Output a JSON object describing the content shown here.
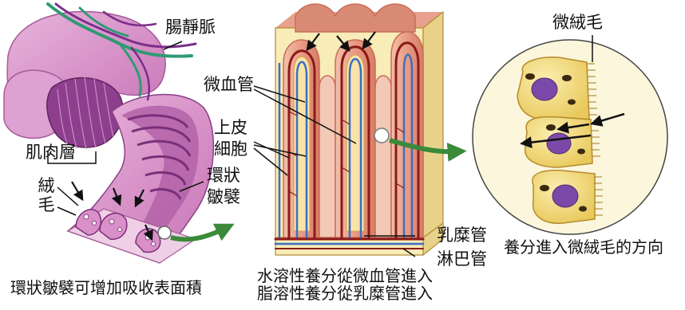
{
  "panel_intestine": {
    "label_mesenteric_vein": "腸靜脈",
    "label_muscle_layer": "肌肉層",
    "label_villi_chars": [
      "絨",
      "毛"
    ],
    "label_circular_folds_chars": [
      "環狀",
      "皺襞"
    ],
    "caption": "環狀皺襞可增加吸收表面積"
  },
  "panel_villi": {
    "label_capillary": "微血管",
    "label_epithelial_cells_lines": [
      "上皮",
      "細胞"
    ],
    "label_lacteal": "乳糜管",
    "label_lymph_vessel": "淋巴管",
    "caption_lines": [
      "水溶性養分從微血管進入",
      "脂溶性養分從乳糜管進入"
    ]
  },
  "panel_cells": {
    "label_microvilli": "微絨毛",
    "caption": "養分進入微絨毛的方向"
  },
  "colors": {
    "intestine_pink": "#d98fc7",
    "fold_purple": "#9b4f9a",
    "vein_green": "#2f9a73",
    "vein_purple": "#7a2f8a",
    "villus_salmon": "#e9a58f",
    "capillary_red": "#8b1a1a",
    "capillary_blue": "#3b6fc4",
    "cell_yellow": "#f2dc7a",
    "nucleus_purple": "#7b4aa8",
    "arrow_green": "#3a8a3a",
    "circle_bg": "#fbf6dc"
  }
}
